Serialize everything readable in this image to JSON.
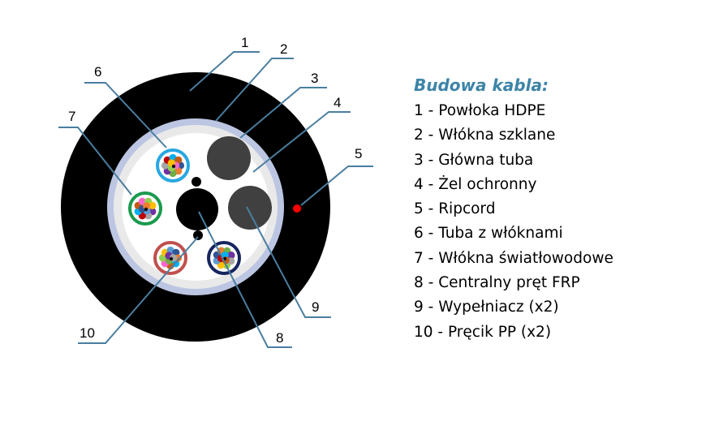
{
  "legend": {
    "title": "Budowa kabla:",
    "items": [
      "1 - Powłoka HDPE",
      "2 - Włókna szklane",
      "3 - Główna tuba",
      "4 - Żel ochronny",
      "5 - Ripcord",
      "6 - Tuba z włóknami",
      "7 - Włókna światłowodowe",
      "8 - Centralny pręt FRP",
      "9 - Wypełniacz (x2)",
      "10 - Pręcik PP (x2)"
    ]
  },
  "callouts": [
    "1",
    "2",
    "3",
    "4",
    "5",
    "6",
    "7",
    "8",
    "9",
    "10"
  ],
  "colors": {
    "sheath": "#000000",
    "glass_yarn": "#bcc6e2",
    "main_tube": "#e9e9e9",
    "gel": "#ffffff",
    "ripcord": "#ff0000",
    "filler": "#404040",
    "frp": "#000000",
    "leader_line": "#4a7ea0",
    "legend_title": "#3d84a8",
    "tube_rings": [
      "#29a7e1",
      "#1a9a4e",
      "#c0504d",
      "#17255e"
    ]
  },
  "fiber_colors": [
    "#2f5597",
    "#ed7d31",
    "#70ad47",
    "#7030a0",
    "#a6a6a6",
    "#c00000",
    "#00b0f0",
    "#c55a11",
    "#ff66cc",
    "#92d050",
    "#ffc000",
    "#5b9bd5"
  ]
}
